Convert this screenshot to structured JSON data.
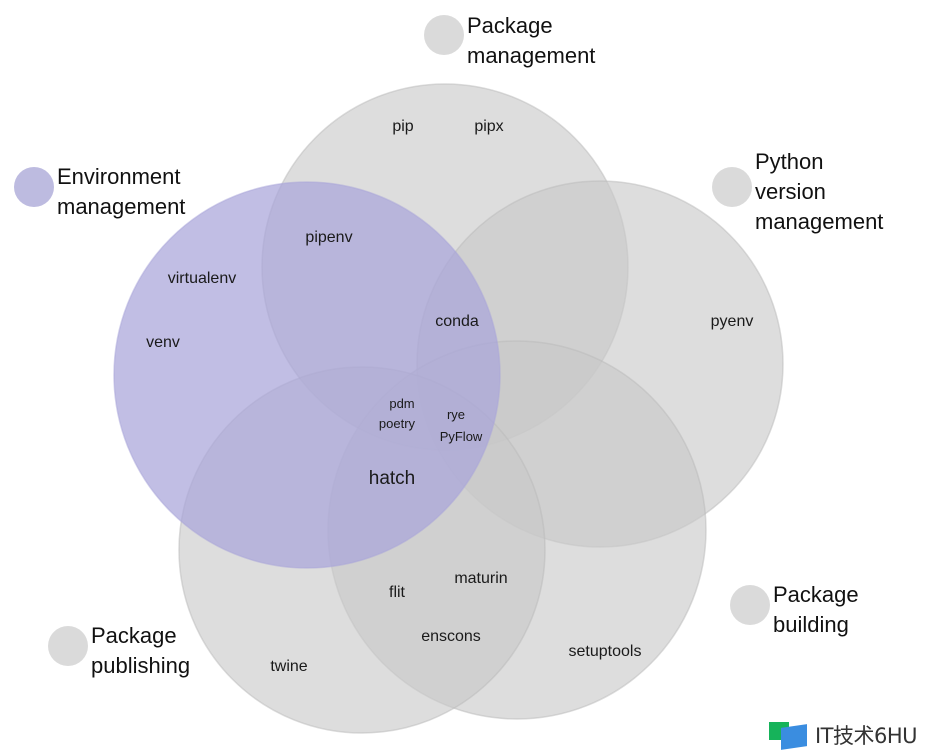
{
  "title": "Python packaging tools Venn diagram",
  "colors": {
    "gray_fill": "#c8c8c8",
    "gray_stroke": "#b9b9b9",
    "lavender_fill": "#a9a5d9",
    "lavender_stroke": "#a9a5d9",
    "legend_gray": "#dadada",
    "legend_lavender": "#bdbbe0",
    "text": "#1a1a1a"
  },
  "sets": [
    {
      "id": "package-management",
      "label_lines": [
        "Package",
        "management"
      ],
      "color": "gray"
    },
    {
      "id": "environment-management",
      "label_lines": [
        "Environment",
        "management"
      ],
      "color": "lavender"
    },
    {
      "id": "python-version-management",
      "label_lines": [
        "Python",
        "version",
        "management"
      ],
      "color": "gray"
    },
    {
      "id": "package-building",
      "label_lines": [
        "Package",
        "building"
      ],
      "color": "gray"
    },
    {
      "id": "package-publishing",
      "label_lines": [
        "Package",
        "publishing"
      ],
      "color": "gray"
    }
  ],
  "tools": [
    {
      "name": "pip",
      "sets": [
        "package-management"
      ]
    },
    {
      "name": "pipx",
      "sets": [
        "package-management"
      ]
    },
    {
      "name": "pipenv",
      "sets": [
        "package-management",
        "environment-management"
      ]
    },
    {
      "name": "virtualenv",
      "sets": [
        "environment-management"
      ]
    },
    {
      "name": "venv",
      "sets": [
        "environment-management"
      ]
    },
    {
      "name": "conda",
      "sets": [
        "package-management",
        "environment-management",
        "python-version-management"
      ]
    },
    {
      "name": "pyenv",
      "sets": [
        "python-version-management"
      ]
    },
    {
      "name": "pdm",
      "sets": [
        "package-management",
        "environment-management",
        "package-building",
        "package-publishing"
      ]
    },
    {
      "name": "poetry",
      "sets": [
        "package-management",
        "environment-management",
        "package-building",
        "package-publishing"
      ]
    },
    {
      "name": "rye",
      "sets": [
        "package-management",
        "environment-management",
        "python-version-management",
        "package-building",
        "package-publishing"
      ]
    },
    {
      "name": "PyFlow",
      "sets": [
        "package-management",
        "environment-management",
        "python-version-management",
        "package-building",
        "package-publishing"
      ]
    },
    {
      "name": "hatch",
      "sets": [
        "environment-management",
        "package-building",
        "package-publishing"
      ]
    },
    {
      "name": "flit",
      "sets": [
        "package-building",
        "package-publishing"
      ]
    },
    {
      "name": "maturin",
      "sets": [
        "package-building",
        "package-publishing"
      ]
    },
    {
      "name": "enscons",
      "sets": [
        "package-building",
        "package-publishing"
      ]
    },
    {
      "name": "twine",
      "sets": [
        "package-publishing"
      ]
    },
    {
      "name": "setuptools",
      "sets": [
        "package-building"
      ]
    }
  ],
  "watermark": {
    "text": "IT技术6HU"
  }
}
